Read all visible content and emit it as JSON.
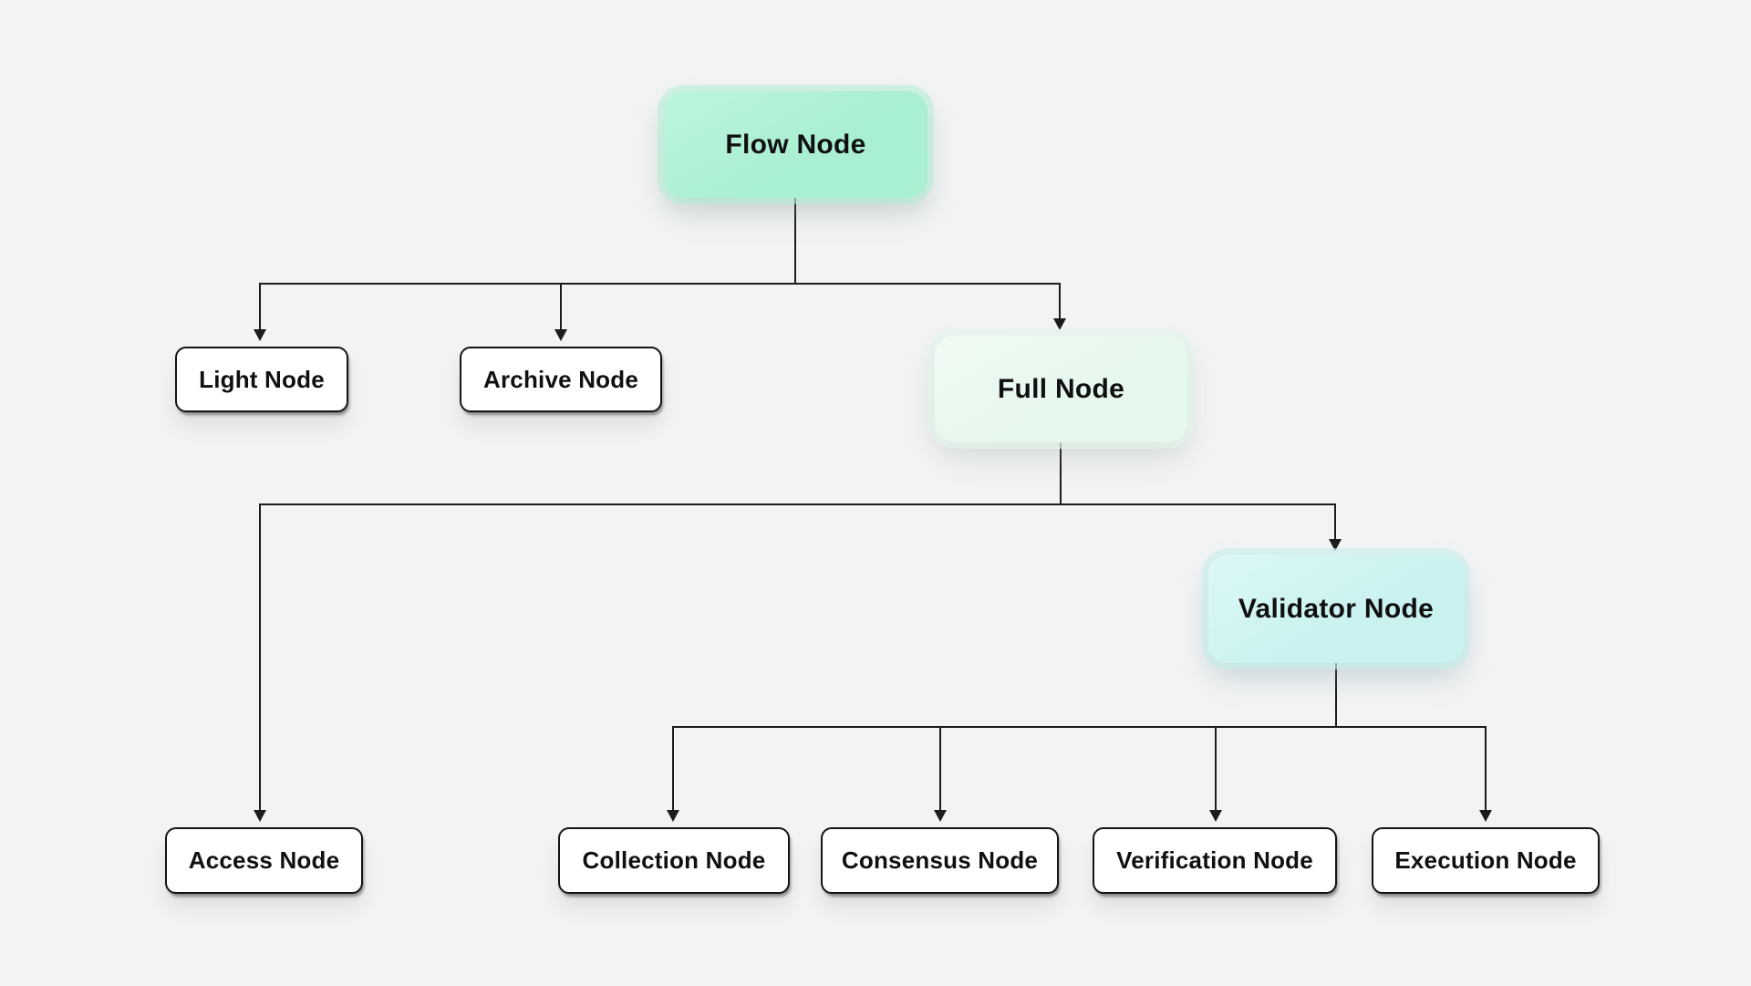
{
  "canvas": {
    "background_color": "#f2f3f5",
    "connector_color": "#1c1c1c",
    "text_color": "#101010"
  },
  "nodes": [
    {
      "id": "flow",
      "label": "Flow Node",
      "style": "highlight-mint",
      "fill": "#a9efd2"
    },
    {
      "id": "light",
      "label": "Light Node",
      "style": "plain-white",
      "fill": "#ffffff"
    },
    {
      "id": "archive",
      "label": "Archive Node",
      "style": "plain-white",
      "fill": "#ffffff"
    },
    {
      "id": "full",
      "label": "Full Node",
      "style": "highlight-pale-mint",
      "fill": "#e6f7ec"
    },
    {
      "id": "access",
      "label": "Access Node",
      "style": "plain-white",
      "fill": "#ffffff"
    },
    {
      "id": "validator",
      "label": "Validator Node",
      "style": "highlight-cyan",
      "fill": "#c9f2f0"
    },
    {
      "id": "collection",
      "label": "Collection Node",
      "style": "plain-white",
      "fill": "#ffffff"
    },
    {
      "id": "consensus",
      "label": "Consensus Node",
      "style": "plain-white",
      "fill": "#ffffff"
    },
    {
      "id": "verification",
      "label": "Verification Node",
      "style": "plain-white",
      "fill": "#ffffff"
    },
    {
      "id": "execution",
      "label": "Execution Node",
      "style": "plain-white",
      "fill": "#ffffff"
    }
  ],
  "edges": [
    {
      "from": "flow",
      "to": "light"
    },
    {
      "from": "flow",
      "to": "archive"
    },
    {
      "from": "flow",
      "to": "full"
    },
    {
      "from": "full",
      "to": "access"
    },
    {
      "from": "full",
      "to": "validator"
    },
    {
      "from": "validator",
      "to": "collection"
    },
    {
      "from": "validator",
      "to": "consensus"
    },
    {
      "from": "validator",
      "to": "verification"
    },
    {
      "from": "validator",
      "to": "execution"
    }
  ]
}
